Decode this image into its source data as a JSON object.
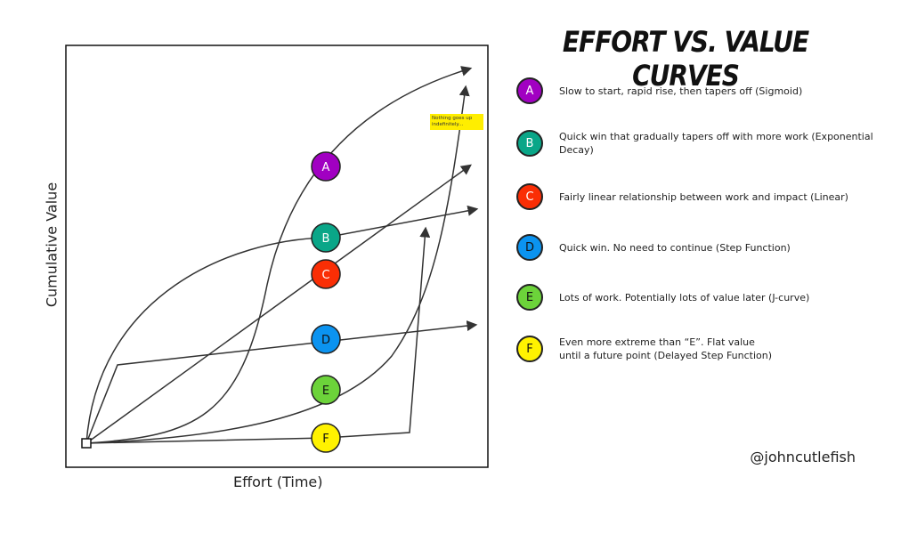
{
  "title": "EFFORT VS. VALUE CURVES",
  "axes": {
    "xlabel": "Effort (Time)",
    "ylabel": "Cumulative Value"
  },
  "note": "Nothing goes up indefinitely...",
  "handle": "@johncutlefish",
  "curves": [
    {
      "id": "A",
      "color": "#a100c2",
      "text_color": "#ffffff",
      "description": "Slow to start, rapid rise, then tapers off (Sigmoid)"
    },
    {
      "id": "B",
      "color": "#0aa688",
      "text_color": "#ffffff",
      "description": "Quick win that gradually tapers off with more work (Exponential Decay)"
    },
    {
      "id": "C",
      "color": "#fa2e05",
      "text_color": "#ffffff",
      "description": "Fairly linear relationship between work and impact (Linear)"
    },
    {
      "id": "D",
      "color": "#0b93f0",
      "text_color": "#111111",
      "description": "Quick win. No need to continue (Step Function)"
    },
    {
      "id": "E",
      "color": "#6cd33a",
      "text_color": "#111111",
      "description": "Lots of work. Potentially lots of value later (J-curve)"
    },
    {
      "id": "F",
      "color": "#fff200",
      "text_color": "#111111",
      "description": "Even more extreme than “E”. Flat value until a future point (Delayed Step Function)"
    }
  ]
}
